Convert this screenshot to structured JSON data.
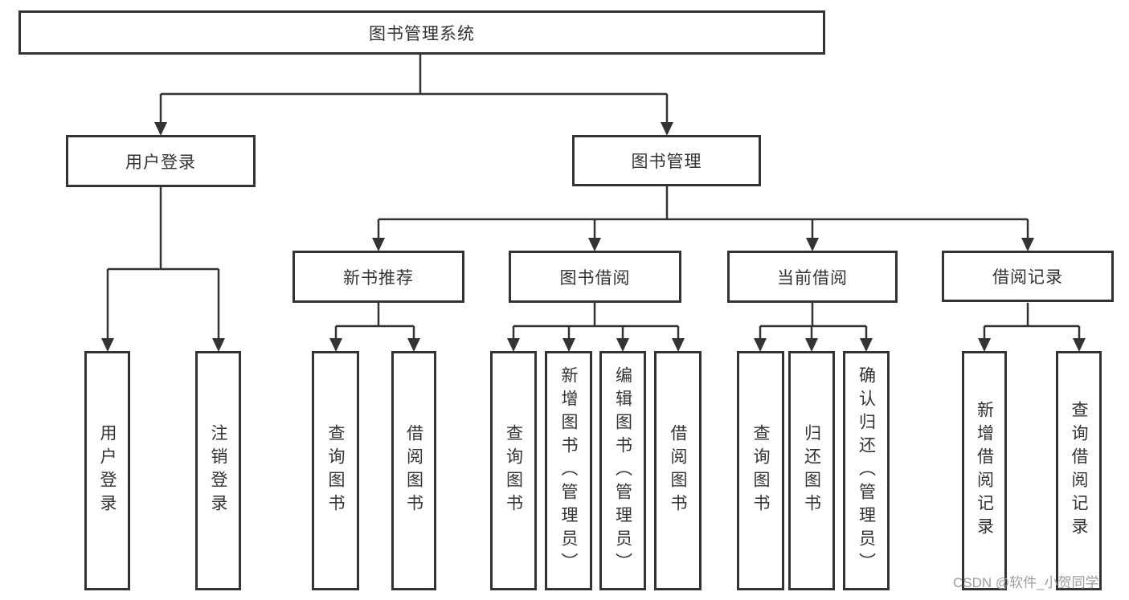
{
  "diagram": {
    "title": "图书管理系统",
    "branches": [
      {
        "label": "用户登录",
        "children": [
          {
            "label": "用户登录"
          },
          {
            "label": "注销登录"
          }
        ]
      },
      {
        "label": "图书管理",
        "children": [
          {
            "label": "新书推荐",
            "children": [
              {
                "label": "查询图书"
              },
              {
                "label": "借阅图书"
              }
            ]
          },
          {
            "label": "图书借阅",
            "children": [
              {
                "label": "查询图书"
              },
              {
                "label": "新增图书（管理员）"
              },
              {
                "label": "编辑图书（管理员）"
              },
              {
                "label": "借阅图书"
              }
            ]
          },
          {
            "label": "当前借阅",
            "children": [
              {
                "label": "查询图书"
              },
              {
                "label": "归还图书"
              },
              {
                "label": "确认归还（管理员）"
              }
            ]
          },
          {
            "label": "借阅记录",
            "children": [
              {
                "label": "新增借阅记录"
              },
              {
                "label": "查询借阅记录"
              }
            ]
          }
        ]
      }
    ]
  },
  "watermark": {
    "text": "CSDN @软件_小贺同学"
  }
}
